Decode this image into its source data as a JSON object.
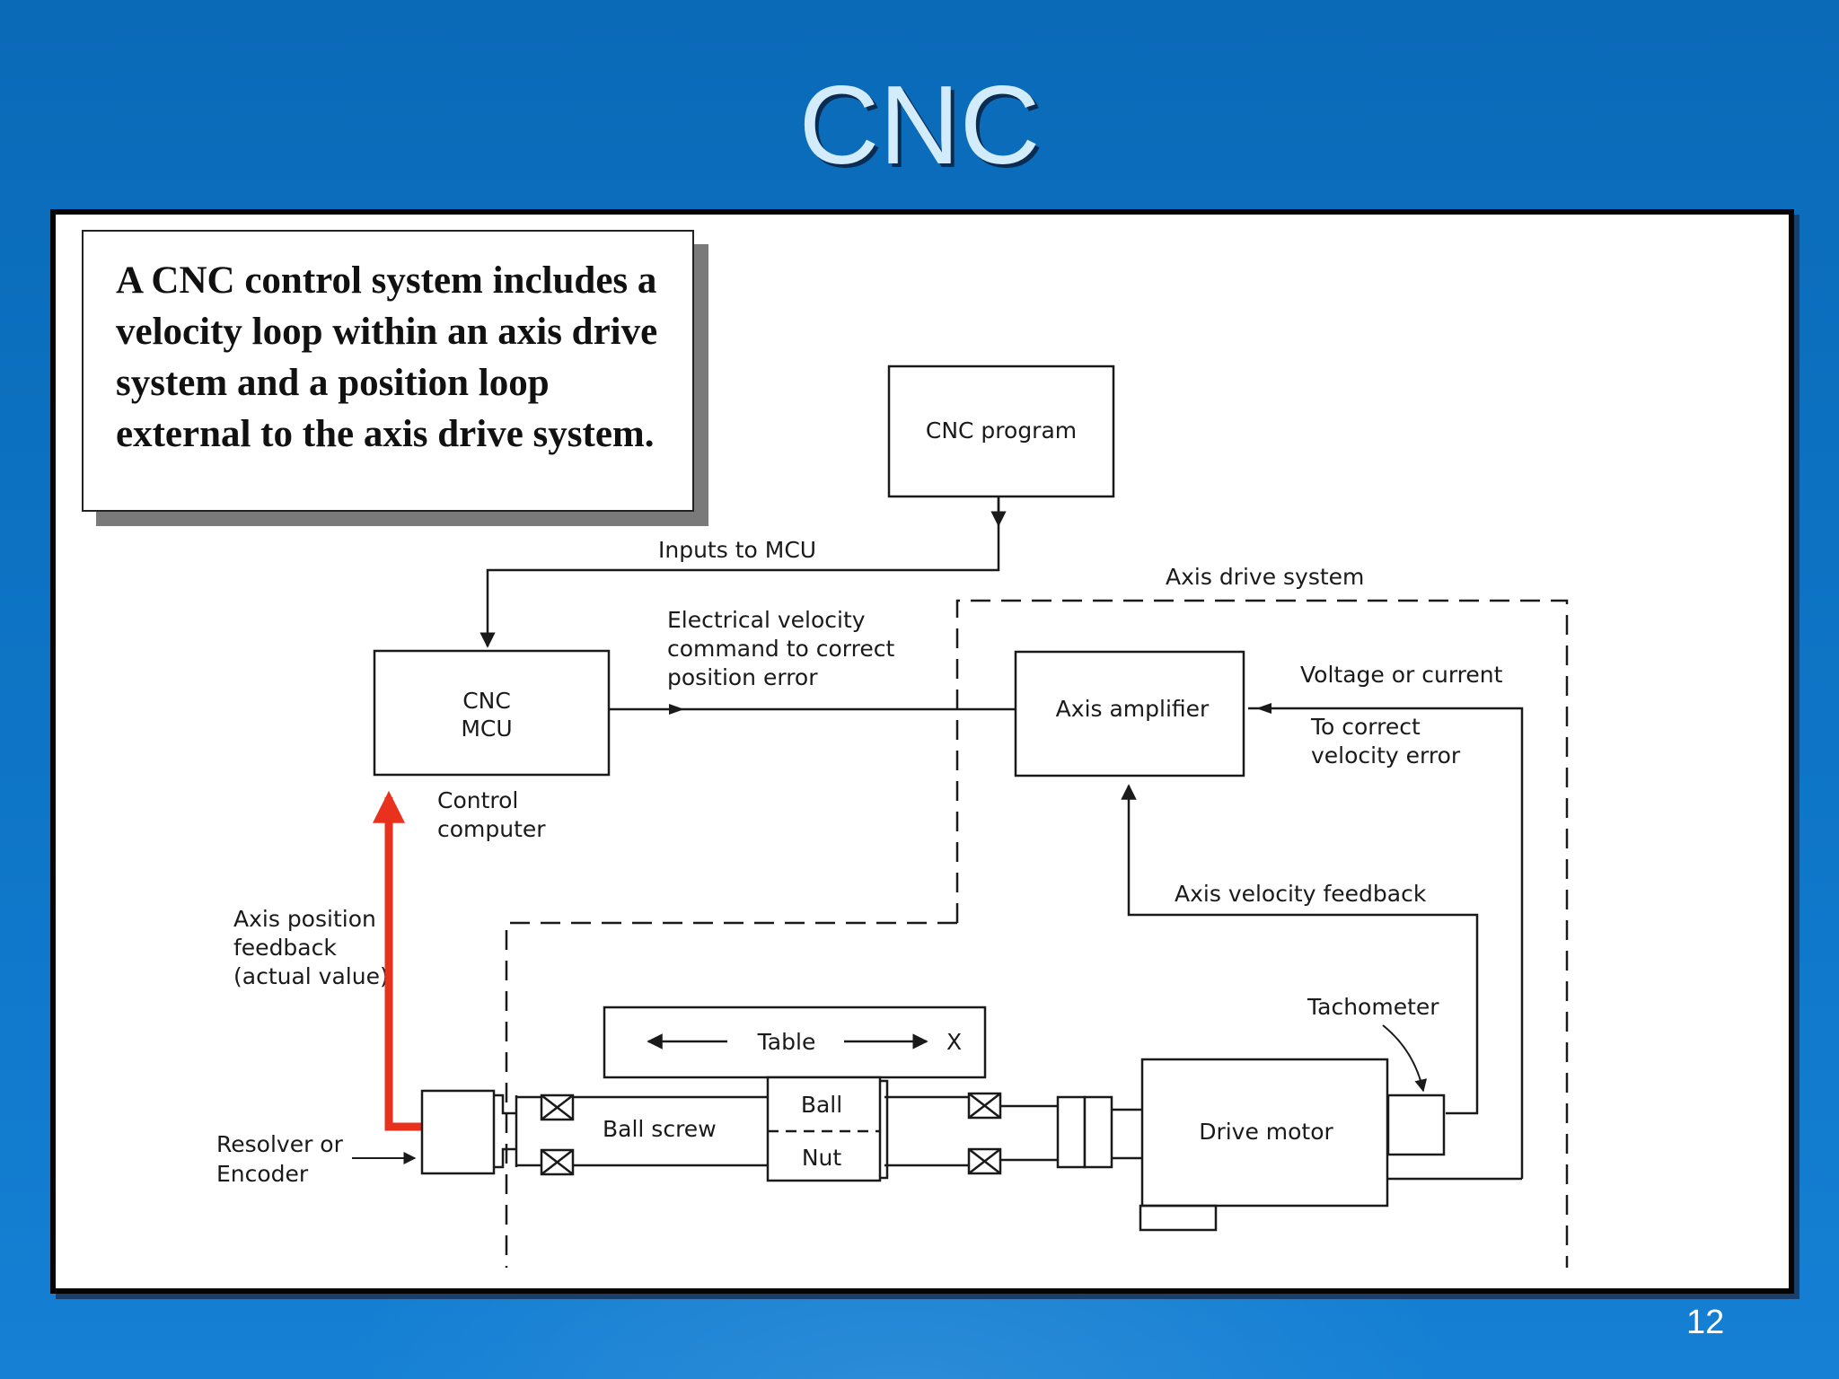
{
  "slide": {
    "title": "CNC",
    "page_number": "12",
    "caption": "A CNC control system includes a velocity loop within an axis drive system and a position loop external to the axis drive system."
  },
  "diagram": {
    "cnc_program": "CNC program",
    "inputs_to_mcu": "Inputs to MCU",
    "axis_drive_system": "Axis drive system",
    "velocity_command": [
      "Electrical velocity",
      "command to correct",
      "position error"
    ],
    "cnc_mcu": [
      "CNC",
      "MCU"
    ],
    "control_computer": [
      "Control",
      "computer"
    ],
    "axis_amplifier": "Axis amplifier",
    "voltage_or_current": "Voltage or current",
    "to_correct_velocity_error": [
      "To correct",
      "velocity error"
    ],
    "axis_velocity_feedback": "Axis velocity feedback",
    "axis_position_feedback": [
      "Axis position",
      "feedback",
      "(actual value)"
    ],
    "tachometer": "Tachometer",
    "table": "Table",
    "x_axis": "X",
    "ball": "Ball",
    "nut": "Nut",
    "ball_screw": "Ball screw",
    "drive_motor": "Drive motor",
    "resolver_or_encoder": [
      "Resolver or",
      "Encoder"
    ]
  },
  "colors": {
    "position_feedback_highlight": "#e8321e",
    "title_text": "#d3ecfb",
    "background": "#0e73c2"
  }
}
